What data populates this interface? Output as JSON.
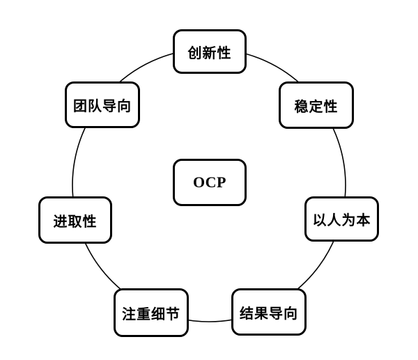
{
  "diagram": {
    "center_label": "OCP",
    "nodes": [
      {
        "id": "innovation",
        "label": "创新性"
      },
      {
        "id": "stability",
        "label": "稳定性"
      },
      {
        "id": "people-oriented",
        "label": "以人为本"
      },
      {
        "id": "result-oriented",
        "label": "结果导向"
      },
      {
        "id": "detail-oriented",
        "label": "注重细节"
      },
      {
        "id": "enterprising",
        "label": "进取性"
      },
      {
        "id": "team-oriented",
        "label": "团队导向"
      }
    ],
    "colors": {
      "background": "#ffffff",
      "box_border": "#000000",
      "box_fill": "#ffffff",
      "circle_line": "#000000",
      "text": "#000000"
    }
  }
}
